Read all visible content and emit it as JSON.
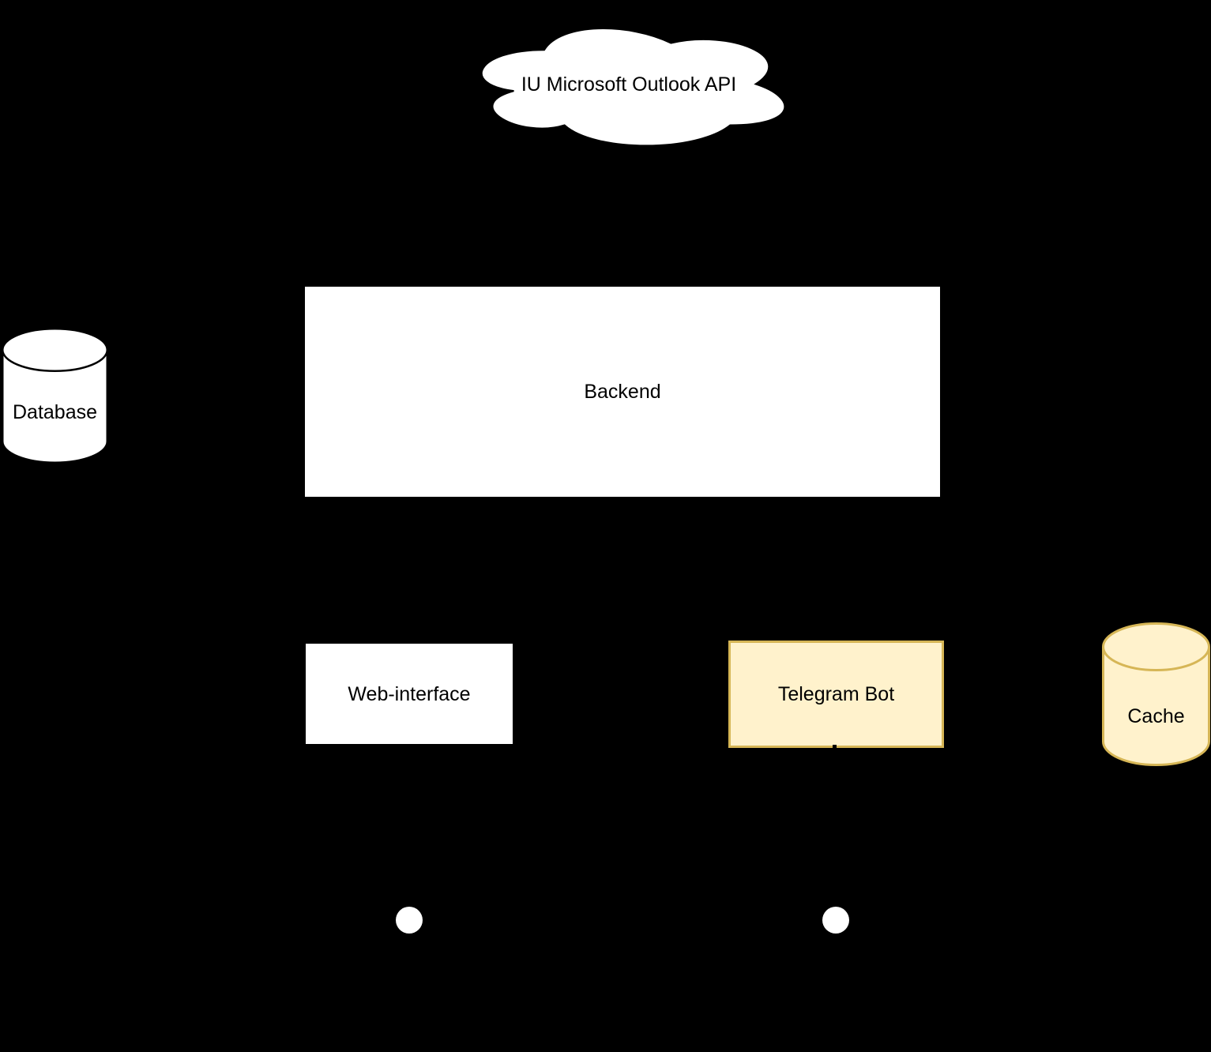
{
  "diagram": {
    "type": "architecture-diagram",
    "background_color": "#000000",
    "colors": {
      "white_fill": "#FFFFFF",
      "black_stroke": "#000000",
      "yellow_fill": "#FFF2CC",
      "yellow_stroke": "#D6B656",
      "text": "#000000"
    },
    "nodes": {
      "outlook_api": {
        "label": "IU Microsoft Outlook API",
        "shape": "cloud",
        "fill": "#FFFFFF"
      },
      "backend": {
        "label": "Backend",
        "shape": "rectangle",
        "fill": "#FFFFFF"
      },
      "database": {
        "label": "Database",
        "shape": "cylinder",
        "fill": "#FFFFFF"
      },
      "web_interface": {
        "label": "Web-interface",
        "shape": "rectangle",
        "fill": "#FFFFFF"
      },
      "telegram_bot": {
        "label": "Telegram Bot",
        "shape": "rectangle",
        "fill": "#FFF2CC",
        "stroke": "#D6B656"
      },
      "cache": {
        "label": "Cache",
        "shape": "cylinder",
        "fill": "#FFF2CC",
        "stroke": "#D6B656"
      },
      "user_web": {
        "shape": "actor-head",
        "fill": "#FFFFFF"
      },
      "user_telegram": {
        "shape": "actor-head",
        "fill": "#FFFFFF"
      }
    }
  }
}
